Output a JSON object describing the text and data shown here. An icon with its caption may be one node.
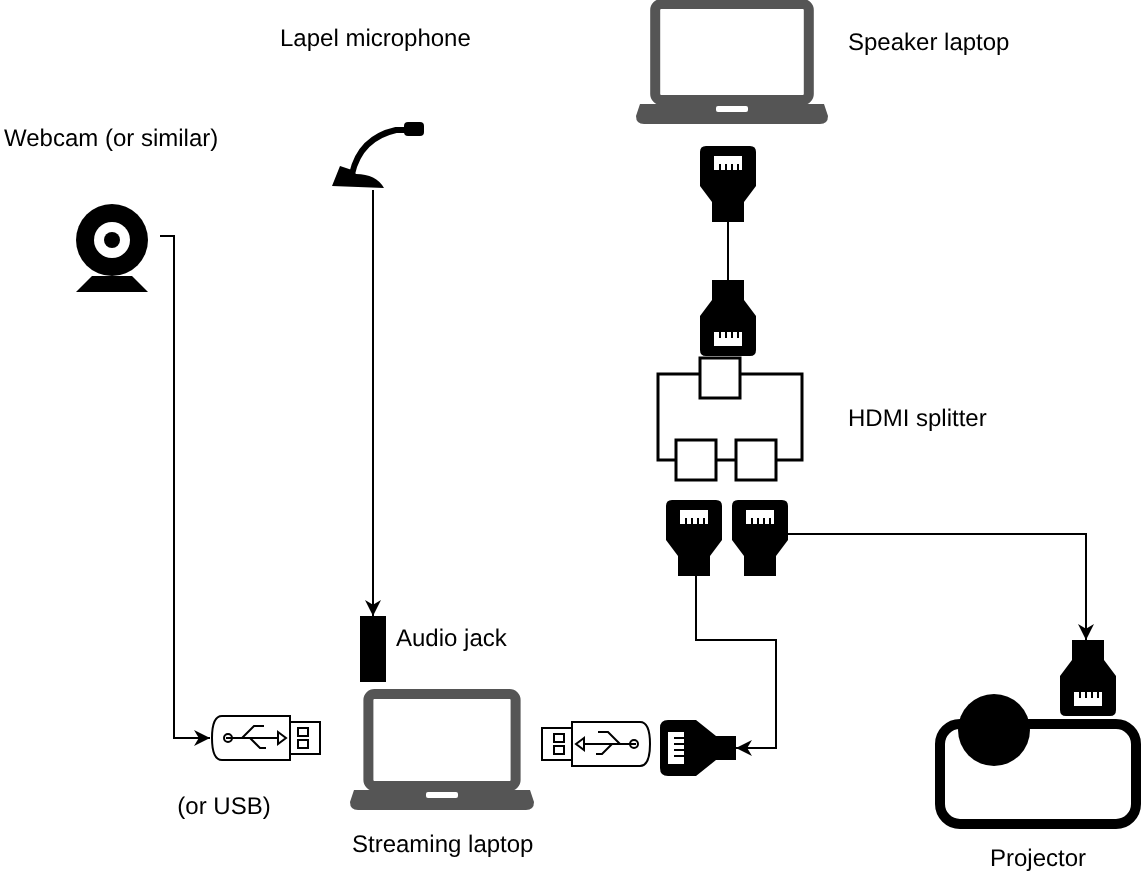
{
  "diagram": {
    "nodes": [
      {
        "text": [
          "Webcam (or similar)"
        ]
      },
      {
        "text": [
          "Lapel microphone"
        ]
      },
      {
        "text": [
          "Speaker laptop"
        ]
      },
      {
        "text": [],
        "shape": "picture"
      },
      {
        "text": [],
        "shape": "picture"
      },
      {
        "text": [
          "HDMI splitter"
        ]
      },
      {
        "text": [],
        "shape": "picture"
      },
      {
        "text": [],
        "shape": "picture"
      },
      {
        "text": [
          "Audio jack"
        ]
      },
      {
        "text": [
          "(or USB)"
        ]
      },
      {
        "text": [
          "Streaming laptop"
        ]
      },
      {
        "text": [],
        "shape": "picture"
      },
      {
        "text": [],
        "shape": "picture"
      },
      {
        "text": [
          "Projector"
        ]
      }
    ],
    "edges": [
      {
        "from": 0,
        "to": 9,
        "arrow": "to"
      },
      {
        "from": 1,
        "to": 8,
        "arrow": "to"
      },
      {
        "from": 3,
        "to": 4,
        "arrow": "none"
      },
      {
        "from": 7,
        "to": 13,
        "arrow": "to"
      },
      {
        "from": 6,
        "to": 12,
        "arrow": "to"
      }
    ]
  }
}
